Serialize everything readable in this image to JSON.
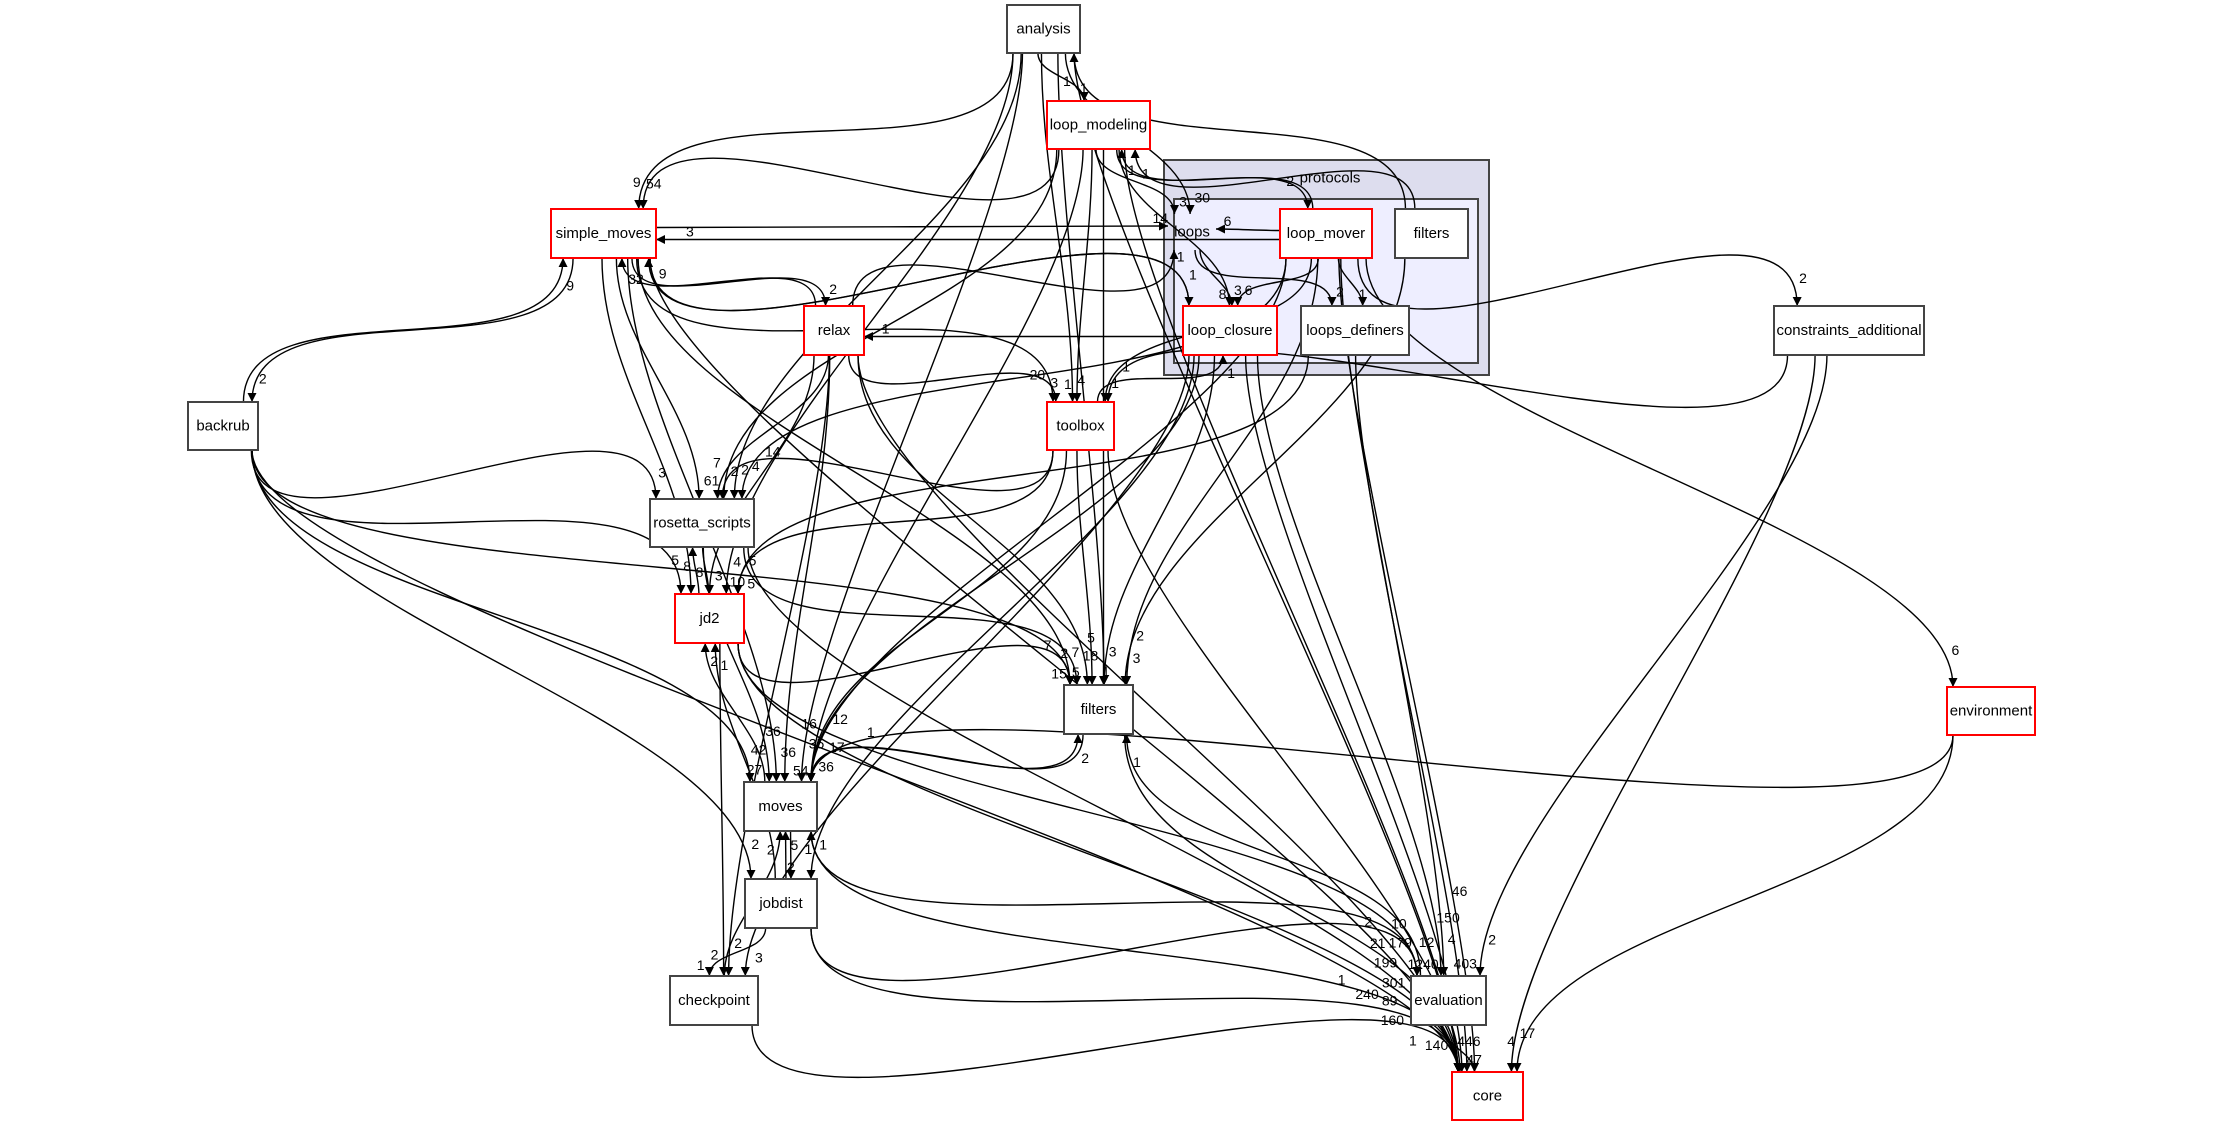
{
  "colors": {
    "red_border": "#ff0000",
    "black_border": "#444444",
    "outer_cluster_fill": "#ddddee",
    "inner_cluster_fill": "#eeeeff"
  },
  "clusters": {
    "protocols": {
      "label": "protocols"
    },
    "loops": {
      "label": "loops"
    }
  },
  "nodes": [
    {
      "id": "analysis",
      "label": "analysis",
      "border": "black"
    },
    {
      "id": "loop_modeling",
      "label": "loop_modeling",
      "border": "red"
    },
    {
      "id": "loop_mover",
      "label": "loop_mover",
      "border": "red"
    },
    {
      "id": "filters_p",
      "label": "filters",
      "border": "black"
    },
    {
      "id": "loop_closure",
      "label": "loop_closure",
      "border": "red"
    },
    {
      "id": "loops_definers",
      "label": "loops_definers",
      "border": "black"
    },
    {
      "id": "simple_moves",
      "label": "simple_moves",
      "border": "red"
    },
    {
      "id": "relax",
      "label": "relax",
      "border": "red"
    },
    {
      "id": "constraints_additional",
      "label": "constraints_additional",
      "border": "black"
    },
    {
      "id": "backrub",
      "label": "backrub",
      "border": "black"
    },
    {
      "id": "toolbox",
      "label": "toolbox",
      "border": "red"
    },
    {
      "id": "rosetta_scripts",
      "label": "rosetta_scripts",
      "border": "black"
    },
    {
      "id": "jd2",
      "label": "jd2",
      "border": "red"
    },
    {
      "id": "filters",
      "label": "filters",
      "border": "black"
    },
    {
      "id": "environment",
      "label": "environment",
      "border": "red"
    },
    {
      "id": "moves",
      "label": "moves",
      "border": "black"
    },
    {
      "id": "jobdist",
      "label": "jobdist",
      "border": "black"
    },
    {
      "id": "checkpoint",
      "label": "checkpoint",
      "border": "black"
    },
    {
      "id": "evaluation",
      "label": "evaluation",
      "border": "black"
    },
    {
      "id": "core",
      "label": "core",
      "border": "red"
    }
  ],
  "edges": [
    {
      "from": "analysis",
      "to": "loop_modeling",
      "label": "1"
    },
    {
      "from": "analysis",
      "to": "simple_moves",
      "label": "54"
    },
    {
      "from": "analysis",
      "to": "loops",
      "label": "30"
    },
    {
      "from": "analysis",
      "to": "toolbox",
      "label": "4"
    },
    {
      "from": "analysis",
      "to": "rosetta_scripts",
      "label": "2"
    },
    {
      "from": "analysis",
      "to": "jd2",
      "label": "4"
    },
    {
      "from": "analysis",
      "to": "moves",
      "label": "35"
    },
    {
      "from": "analysis",
      "to": "filters",
      "label": "3"
    },
    {
      "from": "analysis",
      "to": "core",
      "label": "446"
    },
    {
      "from": "filters_p",
      "to": "analysis",
      "label": "1"
    },
    {
      "from": "loop_modeling",
      "to": "loops",
      "label": "3"
    },
    {
      "from": "loop_modeling",
      "to": "loop_mover",
      "label": "2"
    },
    {
      "from": "loop_modeling",
      "to": "loop_closure",
      "label": "3"
    },
    {
      "from": "loop_modeling",
      "to": "toolbox",
      "label": "1"
    },
    {
      "from": "loop_modeling",
      "to": "filters",
      "label": "18"
    },
    {
      "from": "loop_modeling",
      "to": "rosetta_scripts",
      "label": "2"
    },
    {
      "from": "loop_modeling",
      "to": "simple_moves",
      "label": "9"
    },
    {
      "from": "loop_modeling",
      "to": "moves",
      "label": "36"
    },
    {
      "from": "loop_modeling",
      "to": "core",
      "label": "140"
    },
    {
      "from": "loop_mover",
      "to": "loop_modeling",
      "label": "1"
    },
    {
      "from": "simple_moves",
      "to": "loops",
      "label": "14"
    },
    {
      "from": "simple_moves",
      "to": "loop_closure",
      "label": "1"
    },
    {
      "from": "simple_moves",
      "to": "relax",
      "label": "2"
    },
    {
      "from": "simple_moves",
      "to": "toolbox",
      "label": "20"
    },
    {
      "from": "simple_moves",
      "to": "rosetta_scripts",
      "label": "61"
    },
    {
      "from": "simple_moves",
      "to": "jd2",
      "label": "8"
    },
    {
      "from": "simple_moves",
      "to": "backrub",
      "label": "2"
    },
    {
      "from": "simple_moves",
      "to": "moves",
      "label": "36"
    },
    {
      "from": "simple_moves",
      "to": "filters",
      "label": "7"
    },
    {
      "from": "simple_moves",
      "to": "core",
      "label": "1240"
    },
    {
      "from": "backrub",
      "to": "simple_moves",
      "label": "9"
    },
    {
      "from": "relax",
      "to": "simple_moves",
      "label": "32"
    },
    {
      "from": "loop_mover",
      "to": "simple_moves",
      "label": "3"
    },
    {
      "from": "loop_closure",
      "to": "simple_moves",
      "label": "9"
    },
    {
      "from": "loops",
      "to": "loop_closure",
      "label": "8"
    },
    {
      "from": "loops",
      "to": "loops_definers",
      "label": "2"
    },
    {
      "from": "loop_mover",
      "to": "loop_closure",
      "label": "6"
    },
    {
      "from": "loop_mover",
      "to": "loops_definers",
      "label": "1"
    },
    {
      "from": "loop_mover",
      "to": "loops",
      "label": "6"
    },
    {
      "from": "loop_mover",
      "to": "toolbox",
      "label": "1"
    },
    {
      "from": "loop_mover",
      "to": "constraints_additional",
      "label": "2"
    },
    {
      "from": "loop_mover",
      "to": "environment",
      "label": "6"
    },
    {
      "from": "loop_mover",
      "to": "filters",
      "label": "3"
    },
    {
      "from": "loop_mover",
      "to": "moves",
      "label": "12"
    },
    {
      "from": "loop_mover",
      "to": "evaluation",
      "label": "4"
    },
    {
      "from": "loop_mover",
      "to": "rosetta_scripts",
      "label": "4"
    },
    {
      "from": "loop_mover",
      "to": "core",
      "label": "403"
    },
    {
      "from": "loop_closure",
      "to": "relax",
      "label": "1"
    },
    {
      "from": "loop_closure",
      "to": "filters",
      "label": "1"
    },
    {
      "from": "loop_closure",
      "to": "moves",
      "label": "54"
    },
    {
      "from": "loop_closure",
      "to": "checkpoint",
      "label": "3"
    },
    {
      "from": "loop_closure",
      "to": "jobdist",
      "label": "1"
    },
    {
      "from": "loop_closure",
      "to": "evaluation",
      "label": "12"
    },
    {
      "from": "loop_closure",
      "to": "core",
      "label": "150"
    },
    {
      "from": "loops_definers",
      "to": "jd2",
      "label": "5"
    },
    {
      "from": "loops_definers",
      "to": "core",
      "label": "46"
    },
    {
      "from": "filters_p",
      "to": "filters",
      "label": "2"
    },
    {
      "from": "filters_p",
      "to": "loop_modeling",
      "label": "1"
    },
    {
      "from": "relax",
      "to": "toolbox",
      "label": "3"
    },
    {
      "from": "relax",
      "to": "rosetta_scripts",
      "label": "7"
    },
    {
      "from": "relax",
      "to": "jd2",
      "label": "3"
    },
    {
      "from": "relax",
      "to": "moves",
      "label": "36"
    },
    {
      "from": "relax",
      "to": "filters",
      "label": "5"
    },
    {
      "from": "relax",
      "to": "core",
      "label": "301"
    },
    {
      "from": "relax",
      "to": "checkpoint",
      "label": "2"
    },
    {
      "from": "relax",
      "to": "loops",
      "label": "1"
    },
    {
      "from": "constraints_additional",
      "to": "toolbox",
      "label": "1"
    },
    {
      "from": "constraints_additional",
      "to": "evaluation",
      "label": "2"
    },
    {
      "from": "constraints_additional",
      "to": "core",
      "label": "17"
    },
    {
      "from": "toolbox",
      "to": "loop_closure",
      "label": "1"
    },
    {
      "from": "toolbox",
      "to": "rosetta_scripts",
      "label": "14"
    },
    {
      "from": "toolbox",
      "to": "jd2",
      "label": "5"
    },
    {
      "from": "toolbox",
      "to": "moves",
      "label": "16"
    },
    {
      "from": "toolbox",
      "to": "filters",
      "label": "5"
    },
    {
      "from": "toolbox",
      "to": "core",
      "label": "179"
    },
    {
      "from": "backrub",
      "to": "rosetta_scripts",
      "label": "3"
    },
    {
      "from": "backrub",
      "to": "jd2",
      "label": "8"
    },
    {
      "from": "backrub",
      "to": "filters",
      "label": "7"
    },
    {
      "from": "backrub",
      "to": "moves",
      "label": "42"
    },
    {
      "from": "backrub",
      "to": "jobdist",
      "label": "2"
    },
    {
      "from": "backrub",
      "to": "core",
      "label": "160"
    },
    {
      "from": "rosetta_scripts",
      "to": "jd2",
      "label": "10"
    },
    {
      "from": "rosetta_scripts",
      "to": "filters",
      "label": "15"
    },
    {
      "from": "rosetta_scripts",
      "to": "moves",
      "label": "27"
    },
    {
      "from": "rosetta_scripts",
      "to": "core",
      "label": "199"
    },
    {
      "from": "jd2",
      "to": "rosetta_scripts",
      "label": "5"
    },
    {
      "from": "jd2",
      "to": "filters",
      "label": "2"
    },
    {
      "from": "jd2",
      "to": "checkpoint",
      "label": "2"
    },
    {
      "from": "jd2",
      "to": "evaluation",
      "label": "10"
    },
    {
      "from": "jd2",
      "to": "core",
      "label": "240"
    },
    {
      "from": "moves",
      "to": "jd2",
      "label": "2"
    },
    {
      "from": "jobdist",
      "to": "jd2",
      "label": "1"
    },
    {
      "from": "filters",
      "to": "moves",
      "label": "17"
    },
    {
      "from": "filters",
      "to": "core",
      "label": "21"
    },
    {
      "from": "moves",
      "to": "filters",
      "label": "2"
    },
    {
      "from": "environment",
      "to": "moves",
      "label": "1"
    },
    {
      "from": "environment",
      "to": "core",
      "label": "4"
    },
    {
      "from": "moves",
      "to": "jobdist",
      "label": "2"
    },
    {
      "from": "moves",
      "to": "core",
      "label": "1"
    },
    {
      "from": "jobdist",
      "to": "moves",
      "label": "5"
    },
    {
      "from": "jobdist",
      "to": "checkpoint",
      "label": "1"
    },
    {
      "from": "jobdist",
      "to": "evaluation",
      "label": "2"
    },
    {
      "from": "jobdist",
      "to": "core",
      "label": "89"
    },
    {
      "from": "checkpoint",
      "to": "core",
      "label": "1"
    },
    {
      "from": "checkpoint",
      "to": "moves",
      "label": "2"
    },
    {
      "from": "evaluation",
      "to": "core",
      "label": "47"
    },
    {
      "from": "evaluation",
      "to": "filters",
      "label": "1"
    },
    {
      "from": "evaluation",
      "to": "moves",
      "label": "1"
    }
  ]
}
